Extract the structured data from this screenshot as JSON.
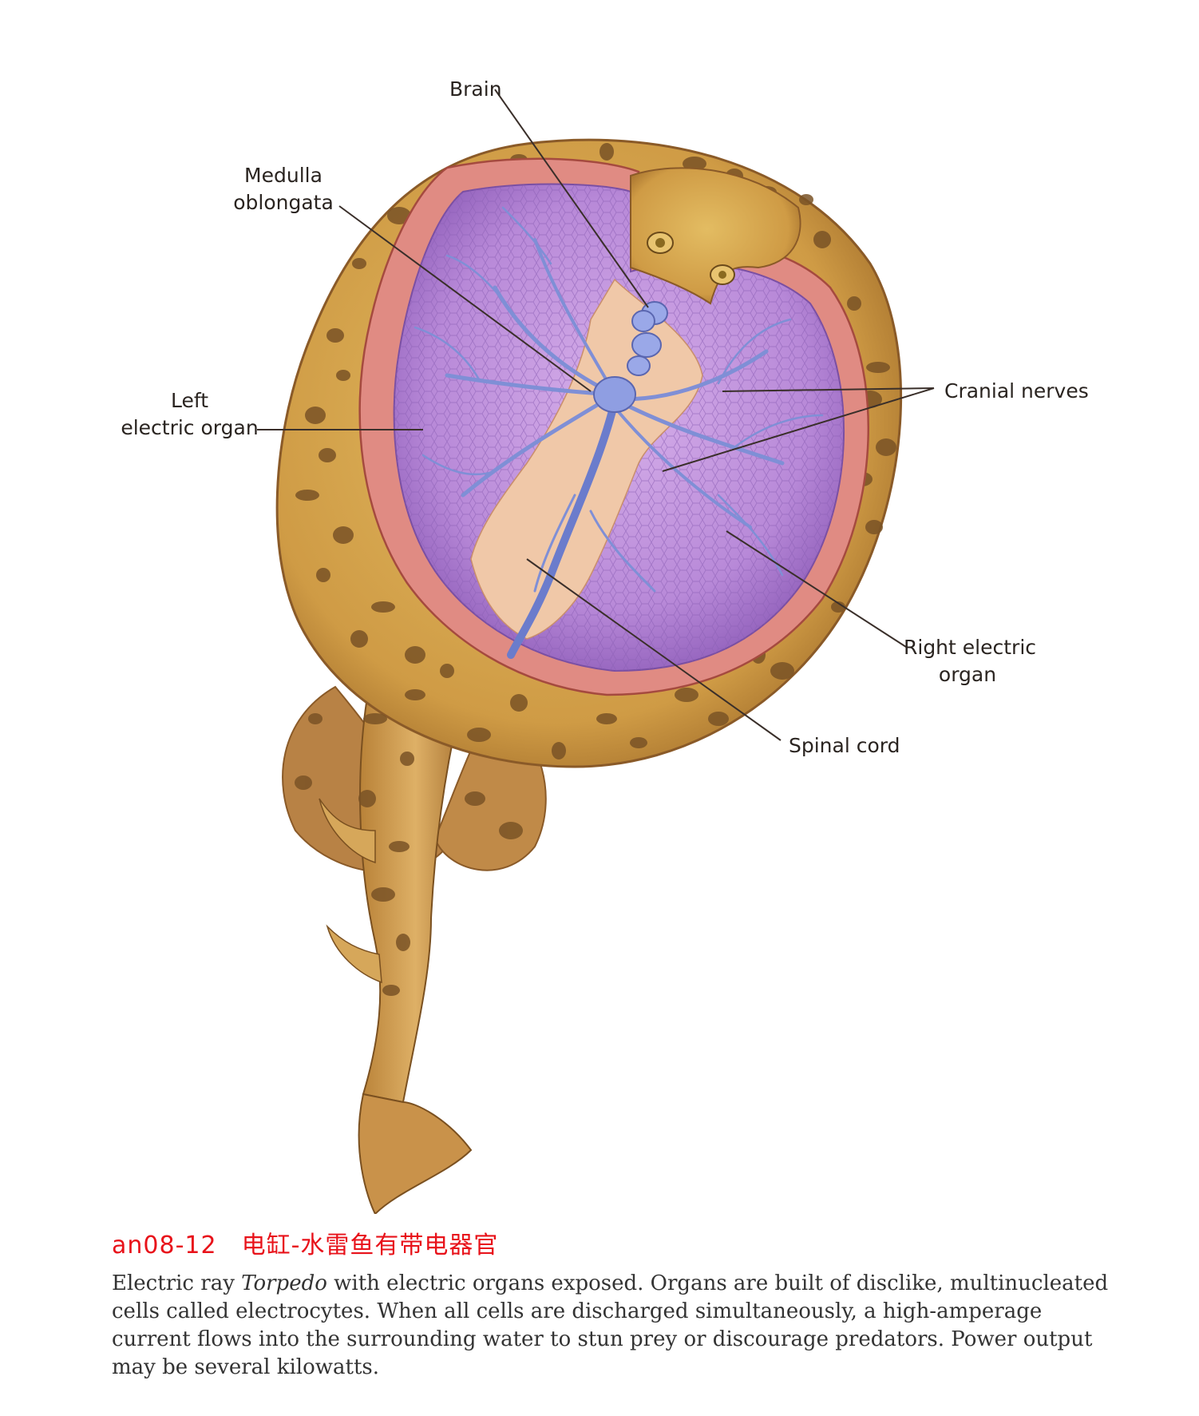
{
  "labels": {
    "brain": "Brain",
    "medulla_1": "Medulla",
    "medulla_2": "oblongata",
    "left_organ_1": "Left",
    "left_organ_2": "electric organ",
    "cranial_nerves": "Cranial nerves",
    "right_organ_1": "Right electric",
    "right_organ_2": "organ",
    "spinal_cord": "Spinal cord"
  },
  "caption": {
    "code": "an08-12　电缸-水雷鱼有带电器官",
    "text_before": "Electric ray ",
    "genus": "Torpedo",
    "text_after": " with electric organs exposed. Organs are built of disclike, multinucleated cells called electrocytes. When all cells are discharged simultaneously, a high-amperage current flows into the surrounding water to stun prey or discourage predators. Power output may be several kilowatts."
  },
  "colors": {
    "skin": "#d4a44c",
    "spots": "#7a5326",
    "electric_organ": "#b07fd0",
    "muscle": "#e08b83",
    "nerves": "#7f8fd6",
    "tissue": "#f0c8a8",
    "caption_code": "#e8121a"
  }
}
